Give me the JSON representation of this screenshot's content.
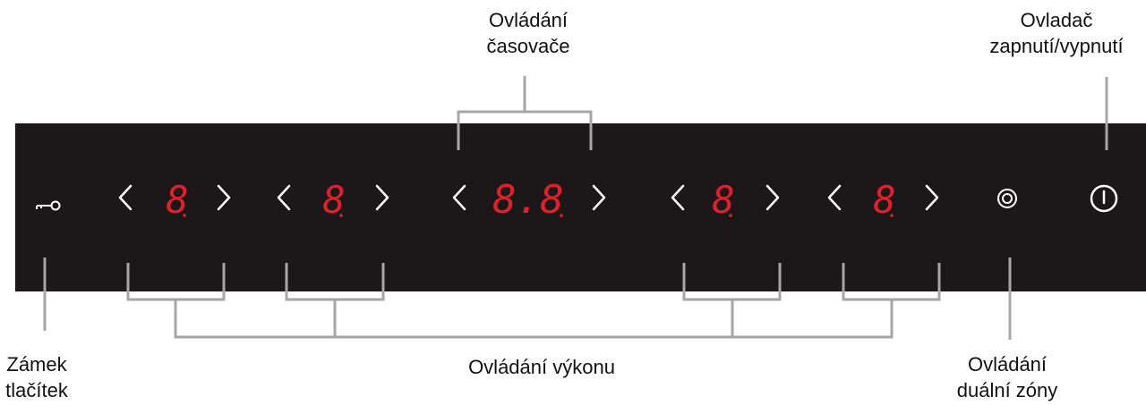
{
  "labels": {
    "timer_control": "Ovládání\nčasovače",
    "power_switch": "Ovladač\nzapnutí/vypnutí",
    "key_lock": "Zámek\ntlačítek",
    "power_level_control": "Ovládání výkonu",
    "dual_zone_control": "Ovládání\nduální zóny"
  },
  "displays": {
    "zone1": "8",
    "zone2": "8",
    "timer": "8.8",
    "zone3": "8",
    "zone4": "8"
  },
  "colors": {
    "panel": "#1c1718",
    "display_red": "#e0202a",
    "controls": "#ffffff",
    "callout_lines": "#a6a6a6",
    "label_text": "#111111"
  },
  "icons": {
    "lock": "key-lock-icon",
    "dual": "dual-zone-icon",
    "power": "power-icon",
    "decrease": "chevron-left-icon",
    "increase": "chevron-right-icon"
  }
}
